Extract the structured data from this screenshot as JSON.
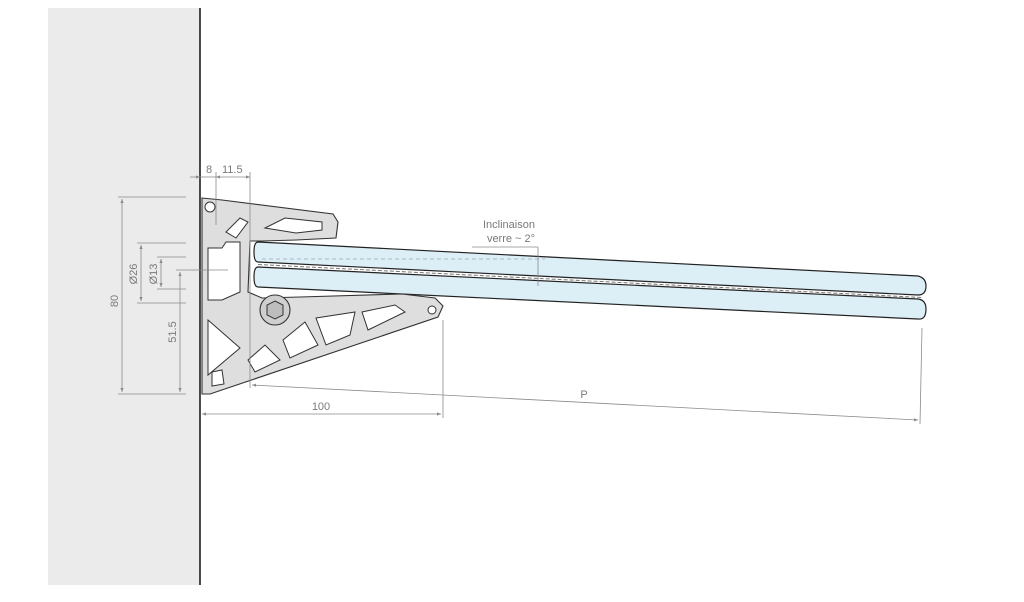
{
  "drawing": {
    "dimensions": {
      "gap": "8",
      "offset": "11.5",
      "height_total": "80",
      "diameter_outer": "Ø26",
      "diameter_inner": "Ø13",
      "axis_height": "51.5",
      "depth": "100",
      "projection": "P"
    },
    "annotation": {
      "line1": "Inclinaison",
      "line2": "verre ~ 2°"
    },
    "colors": {
      "wall": "#ebebeb",
      "glass": "#dceef6",
      "profile": "#dedede"
    }
  }
}
